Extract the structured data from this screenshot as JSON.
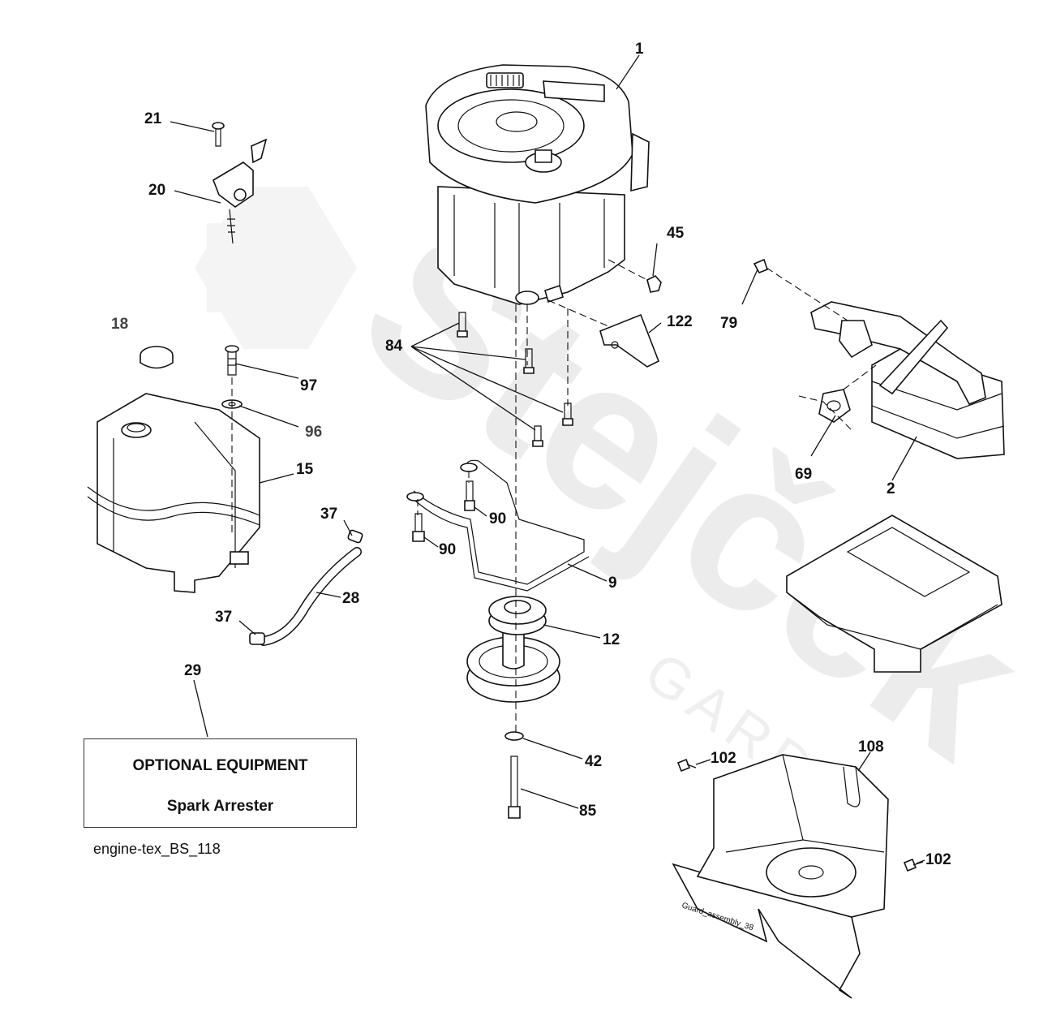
{
  "watermark": {
    "brand": "Stejček",
    "sub": "GARDEN"
  },
  "callouts": {
    "c1": "1",
    "c2": "2",
    "c9": "9",
    "c12": "12",
    "c15": "15",
    "c18": "18",
    "c20": "20",
    "c21": "21",
    "c28": "28",
    "c29": "29",
    "c37a": "37",
    "c37b": "37",
    "c42": "42",
    "c45": "45",
    "c69": "69",
    "c79": "79",
    "c84": "84",
    "c85": "85",
    "c90a": "90",
    "c90b": "90",
    "c96": "96",
    "c97": "97",
    "c102a": "102",
    "c102b": "102",
    "c108": "108",
    "c122": "122"
  },
  "guard_text": "Guard_assembly_38",
  "optional_box": {
    "title": "OPTIONAL EQUIPMENT",
    "subtitle": "Spark Arrester"
  },
  "diagram_id": "engine-tex_BS_118"
}
